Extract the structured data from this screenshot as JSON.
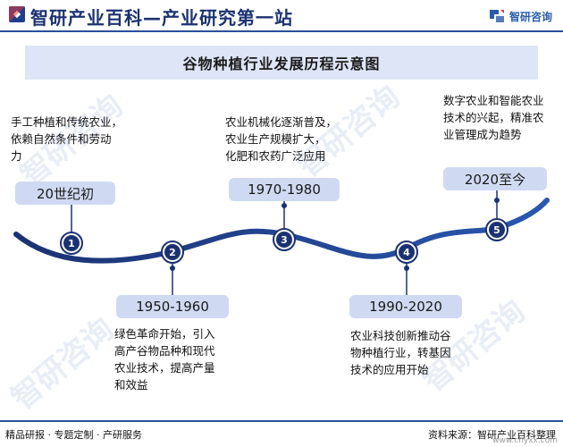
{
  "header": {
    "site_title": "智研产业百科—产业研究第一站",
    "logo_text": "智研咨询",
    "icon": "zhiyan-logo-icon"
  },
  "banner": {
    "title": "谷物种植行业发展历程示意图"
  },
  "milestones": [
    {
      "num": "1",
      "period": "20世纪初",
      "description": [
        "手工种植和传统农业，",
        "依赖自然条件和劳动",
        "力"
      ]
    },
    {
      "num": "2",
      "period": "1950-1960",
      "description": [
        "绿色革命开始，引入",
        "高产谷物品种和现代",
        "农业技术，提高产量",
        "和效益"
      ]
    },
    {
      "num": "3",
      "period": "1970-1980",
      "description": [
        "农业机械化逐渐普及，",
        "农业生产规模扩大，",
        "化肥和农药广泛应用"
      ]
    },
    {
      "num": "4",
      "period": "1990-2020",
      "description": [
        "农业科技创新推动谷",
        "物种植行业，转基因",
        "技术的应用开始"
      ]
    },
    {
      "num": "5",
      "period": "2020至今",
      "description": [
        "数字农业和智能农业",
        "技术的兴起，精准农",
        "业管理成为趋势"
      ]
    }
  ],
  "footer": {
    "left": "精品研报 · 专题定制 · 产研服务",
    "right": "资料来源：智研产业百科整理",
    "url": "www.chyxx.com"
  },
  "colors": {
    "primary": "#1b3272",
    "accent": "#2a4f9a",
    "pill": "#cfdaf2",
    "banner": "#dde5f6"
  }
}
